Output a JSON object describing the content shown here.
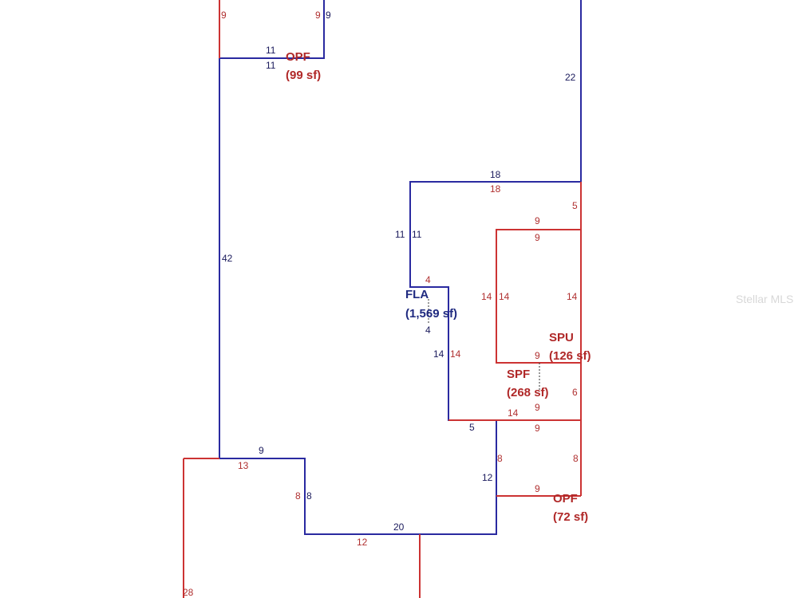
{
  "areas": {
    "fla": {
      "code": "FLA",
      "size": "(1,569 sf)"
    },
    "opf_top": {
      "code": "OPF",
      "size": "(99 sf)"
    },
    "spu": {
      "code": "SPU",
      "size": "(126 sf)"
    },
    "spf": {
      "code": "SPF",
      "size": "(268 sf)"
    },
    "opf_bottom": {
      "code": "OPF",
      "size": "(72 sf)"
    }
  },
  "dimensions": {
    "top_left_9": "9",
    "top_9a": "9",
    "top_9b": "9",
    "opf_11_blue": "11",
    "opf_11_red": "11",
    "right_22": "22",
    "step_18_blue": "18",
    "step_18_red": "18",
    "red_5_top": "5",
    "step_11_blue": "11",
    "step_11_red": "11",
    "spu_9_top_red": "9",
    "spu_9_top_blue": "9",
    "left_42": "42",
    "notch_4_top": "4",
    "notch_4_bottom": "4",
    "spu_14_red": "14",
    "spu_14_blue": "14",
    "spu_14_right": "14",
    "mid_14_blue": "14",
    "mid_14_red": "14",
    "spu_9_bottom": "9",
    "spf_6": "6",
    "spf_9": "9",
    "spf_14": "14",
    "step_5": "5",
    "opfb_9_top": "9",
    "bottom_9": "9",
    "bottom_13": "13",
    "opfb_8_left": "8",
    "opfb_8_right": "8",
    "right_12": "12",
    "step_8_red": "8",
    "step_8_blue": "8",
    "opfb_9_bottom": "9",
    "bottom_20": "20",
    "bottom_12": "12",
    "bottom_28": "28"
  },
  "watermark": "Stellar MLS"
}
